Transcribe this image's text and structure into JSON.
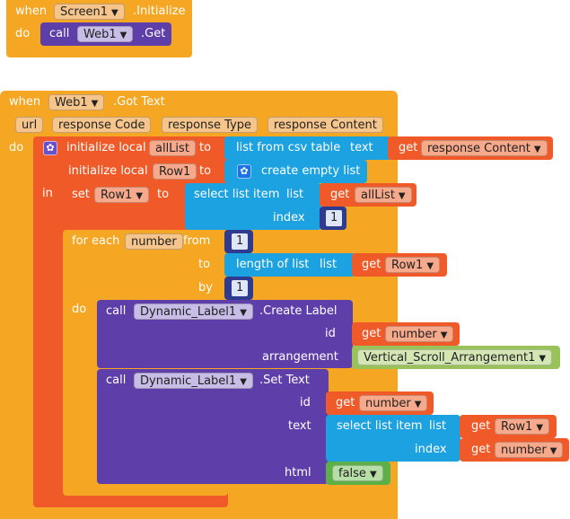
{
  "colors": {
    "event": "#f5a623",
    "component": "#5e3ea8",
    "variable": "#f05a28",
    "list": "#1ca2e0",
    "math": "#2f3b8f",
    "logic": "#5db048",
    "arrangement": "#9ac25a",
    "slot_orange": "#f5c58b",
    "slot_red": "#f7a98b",
    "slot_purple": "#c8bde6"
  },
  "block1": {
    "when": "when",
    "component": "Screen1",
    "event": ".Initialize",
    "do": "do",
    "call": "call",
    "call_component": "Web1",
    "call_method": ".Get"
  },
  "block2": {
    "when": "when",
    "component": "Web1",
    "event": ".Got Text",
    "params": [
      "url",
      "response Code",
      "response Type",
      "response Content"
    ],
    "do": "do",
    "in": "in",
    "init_local": "initialize local",
    "var_alllist": "allList",
    "to": "to",
    "csv_label": "list from csv table",
    "text_label": "text",
    "get": "get",
    "response_content": "response Content",
    "var_row1": "Row1",
    "empty_list": "create empty list",
    "set": "set",
    "select_item": "select list item",
    "list_label": "list",
    "index_label": "index",
    "one": "1",
    "for_each": "for each",
    "number_var": "number",
    "from": "from",
    "by": "by",
    "length_of_list": "length of list",
    "call": "call",
    "dyn_component": "Dynamic_Label1",
    "create_label": ".Create Label",
    "id": "id",
    "arrangement": "arrangement",
    "arrangement_value": "Vertical_Scroll_Arrangement1",
    "set_text": ".Set Text",
    "html": "html",
    "false": "false"
  }
}
